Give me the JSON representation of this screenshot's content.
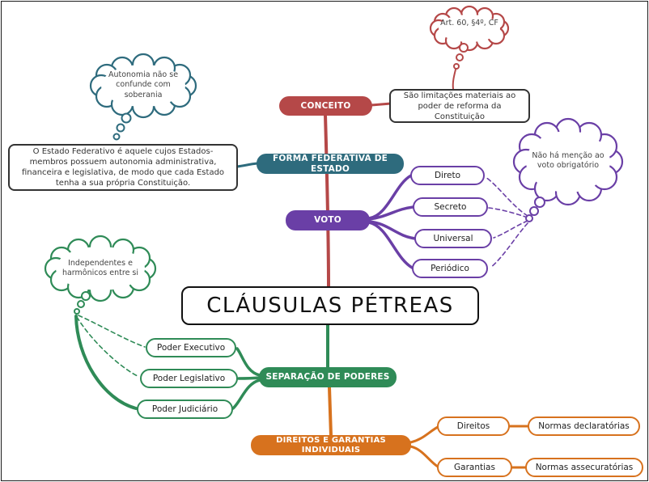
{
  "palette": {
    "conceito": "#b54848",
    "forma_federativa": "#2e6b7d",
    "voto": "#6a3fa6",
    "separacao_de_poderes": "#2f8b57",
    "direitos_e_garantias": "#d7721e"
  },
  "center": {
    "title": "CLÁUSULAS PÉTREAS"
  },
  "branches": {
    "conceito": {
      "label": "CONCEITO",
      "note": "São limitações materiais ao poder de reforma da Constituição",
      "cloud": "Art. 60, §4º, CF"
    },
    "forma_federativa": {
      "label": "FORMA FEDERATIVA DE ESTADO",
      "note": "O Estado Federativo é aquele cujos Estados-membros possuem autonomia administrativa, financeira e legislativa, de modo que cada Estado tenha a sua própria Constituição.",
      "cloud": "Autonomia não se confunde com soberania"
    },
    "voto": {
      "label": "VOTO",
      "cloud": "Não há menção ao voto obrigatório",
      "items": [
        "Direto",
        "Secreto",
        "Universal",
        "Periódico"
      ]
    },
    "separacao_de_poderes": {
      "label": "SEPARAÇÃO DE PODERES",
      "cloud": "Independentes e harmônicos entre si",
      "items": [
        "Poder Executivo",
        "Poder Legislativo",
        "Poder Judiciário"
      ]
    },
    "direitos_e_garantias": {
      "label": "DIREITOS E GARANTIAS INDIVIDUAIS",
      "rows": [
        {
          "term": "Direitos",
          "definition": "Normas declaratórias"
        },
        {
          "term": "Garantias",
          "definition": "Normas assecuratórias"
        }
      ]
    }
  }
}
